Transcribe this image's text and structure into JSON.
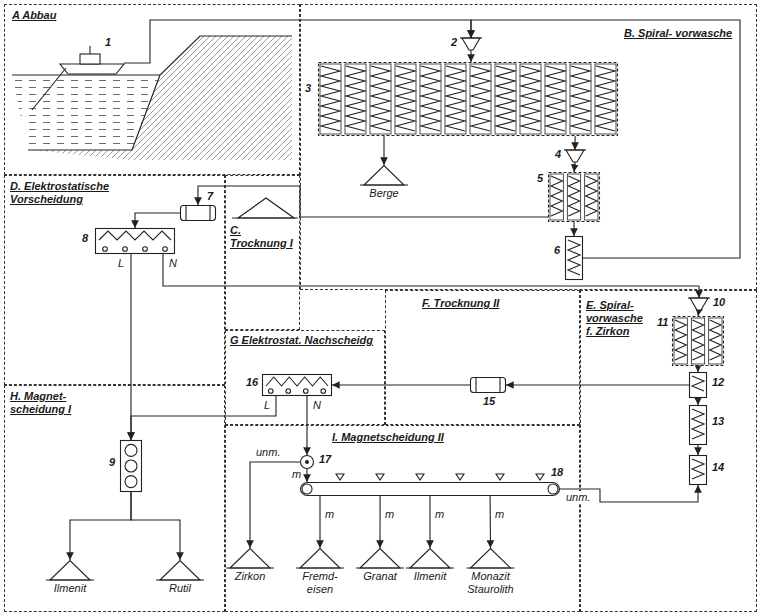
{
  "diagram": {
    "nodes": [
      {
        "text": [
          "A Abbau"
        ]
      },
      {
        "text": [
          "1"
        ],
        "in": 0
      },
      {
        "text": [
          "B. Spiral- vorwasche"
        ]
      },
      {
        "text": [
          "2"
        ],
        "in": 2
      },
      {
        "text": [
          "3"
        ],
        "in": 2
      },
      {
        "text": [
          "Berge"
        ],
        "in": 2
      },
      {
        "text": [
          "4"
        ],
        "in": 2
      },
      {
        "text": [
          "5"
        ],
        "in": 2
      },
      {
        "text": [
          "6"
        ],
        "in": 2
      },
      {
        "text": [
          "C. Trocknung I"
        ]
      },
      {
        "text": [
          "D. Elektrostatische Vorscheidung"
        ]
      },
      {
        "text": [
          "7"
        ],
        "in": 10
      },
      {
        "text": [
          "8"
        ],
        "in": 10
      },
      {
        "text": [
          "E. Spiral- vorwasche f. Zirkon"
        ]
      },
      {
        "text": [
          "10"
        ],
        "in": 13
      },
      {
        "text": [
          "11"
        ],
        "in": 13
      },
      {
        "text": [
          "12"
        ],
        "in": 13
      },
      {
        "text": [
          "13"
        ],
        "in": 13
      },
      {
        "text": [
          "14"
        ],
        "in": 13
      },
      {
        "text": [
          "F. Trocknung II"
        ]
      },
      {
        "text": [
          "15"
        ],
        "in": 19
      },
      {
        "text": [
          "G Elektrostat. Nachscheidg"
        ]
      },
      {
        "text": [
          "16"
        ],
        "in": 21
      },
      {
        "text": [
          "H. Magnet- scheidung I"
        ]
      },
      {
        "text": [
          "9"
        ],
        "in": 23
      },
      {
        "text": [
          "Ilmenit"
        ],
        "in": 23
      },
      {
        "text": [
          "Rutil"
        ],
        "in": 23
      },
      {
        "text": [
          "I. Magnetscheidung II"
        ]
      },
      {
        "text": [
          "17"
        ],
        "in": 27
      },
      {
        "text": [
          "18"
        ],
        "in": 27
      },
      {
        "text": [
          "Zirkon"
        ],
        "in": 27
      },
      {
        "text": [
          "Fremd- eisen"
        ],
        "in": 27
      },
      {
        "text": [
          "Granat"
        ],
        "in": 27
      },
      {
        "text": [
          "Ilmenit"
        ],
        "in": 27
      },
      {
        "text": [
          "Monazit",
          "Staurolith"
        ],
        "in": 27
      }
    ],
    "edges": [
      {
        "from": 1,
        "to": 3,
        "arrow": "to"
      },
      {
        "from": 3,
        "to": 4,
        "arrow": "to"
      },
      {
        "from": 4,
        "to": 5,
        "arrow": "to"
      },
      {
        "from": 4,
        "to": 6,
        "arrow": "to"
      },
      {
        "from": 6,
        "to": 7,
        "arrow": "to"
      },
      {
        "from": 7,
        "to": 8,
        "arrow": "to"
      },
      {
        "from": 7,
        "to": 11,
        "arrow": "to"
      },
      {
        "from": 8,
        "to": 3,
        "arrow": "to"
      },
      {
        "from": 11,
        "to": 12,
        "arrow": "to"
      },
      {
        "from": 12,
        "to": 24,
        "label": "L",
        "arrow": "to"
      },
      {
        "from": 12,
        "to": 14,
        "label": "N",
        "arrow": "to"
      },
      {
        "from": 14,
        "to": 15,
        "arrow": "to"
      },
      {
        "from": 15,
        "to": 16,
        "arrow": "to"
      },
      {
        "from": 16,
        "to": 17,
        "arrow": "to"
      },
      {
        "from": 17,
        "to": 18,
        "arrow": "to"
      },
      {
        "from": 16,
        "to": 20,
        "arrow": "to"
      },
      {
        "from": 20,
        "to": 22,
        "arrow": "to"
      },
      {
        "from": 22,
        "to": 24,
        "label": "L",
        "arrow": "to"
      },
      {
        "from": 22,
        "to": 28,
        "label": "N",
        "arrow": "to"
      },
      {
        "from": 28,
        "to": 30,
        "label": "unm.",
        "arrow": "to"
      },
      {
        "from": 28,
        "to": 29,
        "label": "m",
        "arrow": "to"
      },
      {
        "from": 29,
        "to": 31,
        "label": "m",
        "arrow": "to"
      },
      {
        "from": 29,
        "to": 32,
        "label": "m",
        "arrow": "to"
      },
      {
        "from": 29,
        "to": 33,
        "label": "m",
        "arrow": "to"
      },
      {
        "from": 29,
        "to": 34,
        "label": "m",
        "arrow": "to"
      },
      {
        "from": 29,
        "to": 18,
        "label": "unm.",
        "arrow": "to"
      },
      {
        "from": 24,
        "to": 25,
        "arrow": "to"
      },
      {
        "from": 24,
        "to": 26,
        "arrow": "to"
      }
    ]
  }
}
